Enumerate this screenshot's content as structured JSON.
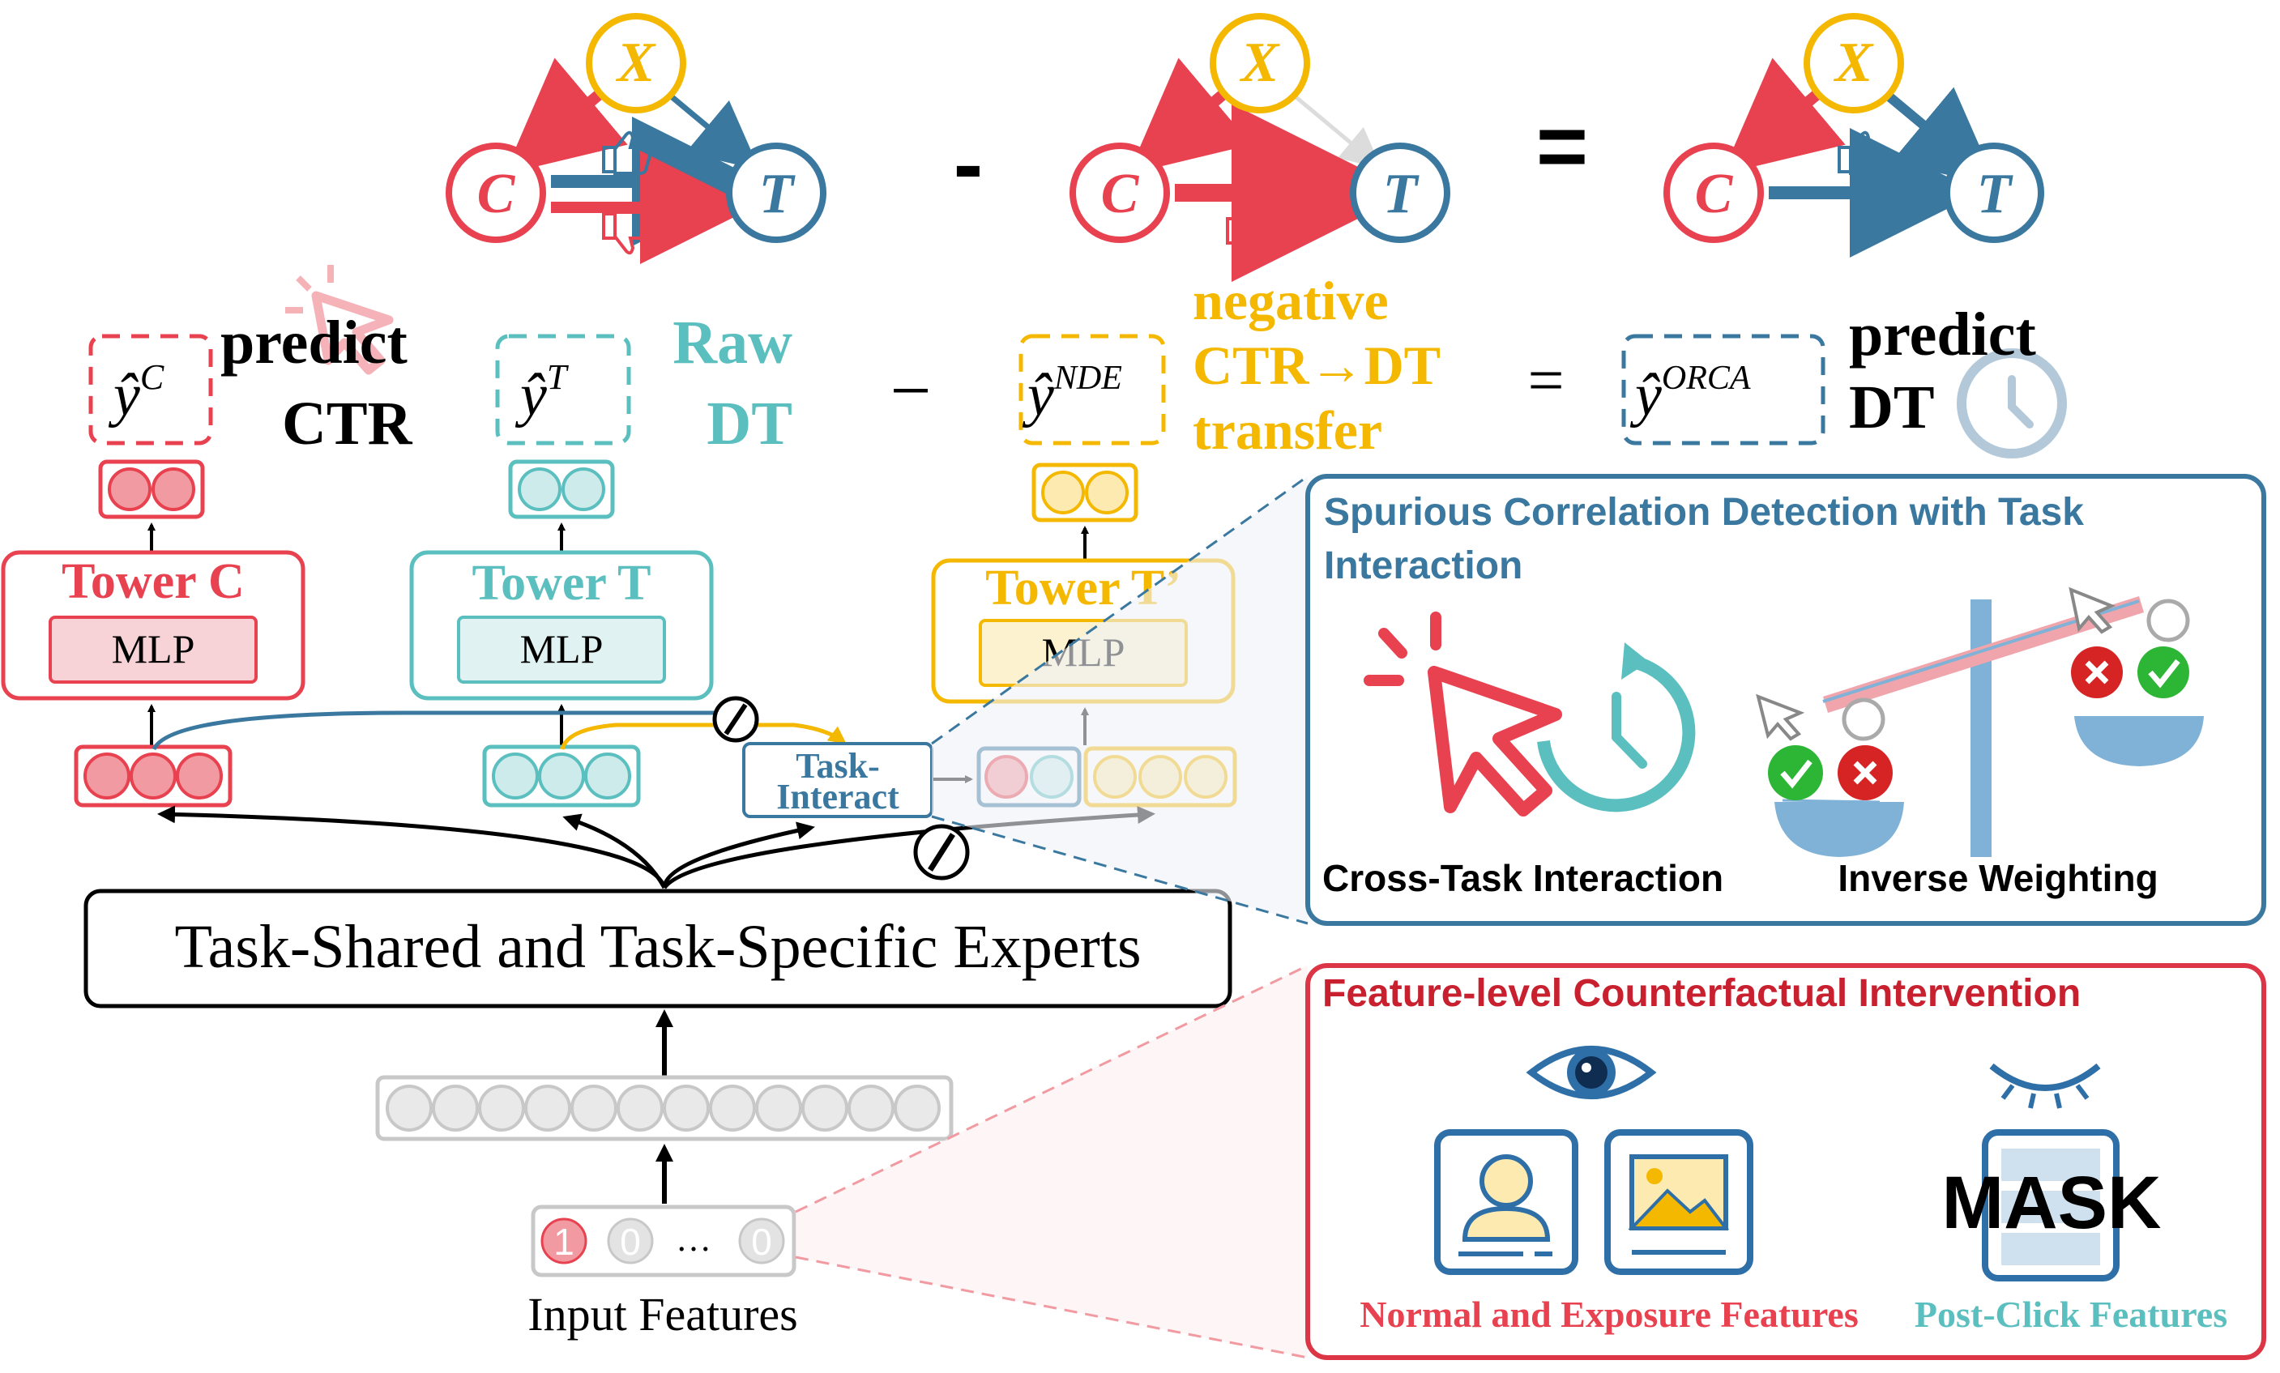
{
  "colors": {
    "red": "#e8414f",
    "red_light": "#f7c9cd",
    "teal": "#5bbfbf",
    "teal_light": "#cdebea",
    "yellow": "#f5b800",
    "yellow_light": "#fdeab0",
    "blue": "#3a78a0",
    "gray": "#c8c8c8",
    "dark_red": "#c8202f"
  },
  "causal_graphs": [
    {
      "x": "X",
      "c": "C",
      "t": "T",
      "icons": [
        "thumbs-up-icon",
        "thumbs-down-icon"
      ]
    },
    {
      "x": "X",
      "c": "C",
      "t": "T",
      "icons": [
        "thumbs-down-icon"
      ]
    },
    {
      "x": "X",
      "c": "C",
      "t": "T",
      "icons": [
        "thumbs-up-icon"
      ]
    }
  ],
  "equation_ops": {
    "minus": "-",
    "equals": "="
  },
  "predictions": {
    "yc": {
      "base": "ŷ",
      "sup": "C"
    },
    "yc_label": [
      "predict",
      "CTR"
    ],
    "yt": {
      "base": "ŷ",
      "sup": "T"
    },
    "yt_label": [
      "Raw",
      "DT"
    ],
    "minus": "−",
    "ynde": {
      "base": "ŷ",
      "sup": "NDE"
    },
    "ynde_label": [
      "negative",
      "CTR→DT",
      "transfer"
    ],
    "equals": "=",
    "yorca": {
      "base": "ŷ",
      "sup": "ORCA"
    },
    "yorca_label": [
      "predict",
      "DT"
    ]
  },
  "towers": {
    "c": {
      "title": "Tower C",
      "mlp": "MLP"
    },
    "t": {
      "title": "Tower T",
      "mlp": "MLP"
    },
    "tp": {
      "title": "Tower T’",
      "mlp": "MLP"
    }
  },
  "task_interact": [
    "Task-",
    "Interact"
  ],
  "experts": "Task-Shared and Task-Specific Experts",
  "input_features": {
    "label": "Input Features",
    "values": [
      "1",
      "0",
      "…",
      "0"
    ]
  },
  "spurious_panel": {
    "title_lines": [
      "Spurious Correlation Detection with Task",
      "Interaction"
    ],
    "left_caption": "Cross-Task Interaction",
    "right_caption": "Inverse Weighting"
  },
  "counterfactual_panel": {
    "title": "Feature-level Counterfactual Intervention",
    "mask_label": "MASK",
    "left_caption": "Normal and Exposure Features",
    "right_caption": "Post-Click Features"
  }
}
